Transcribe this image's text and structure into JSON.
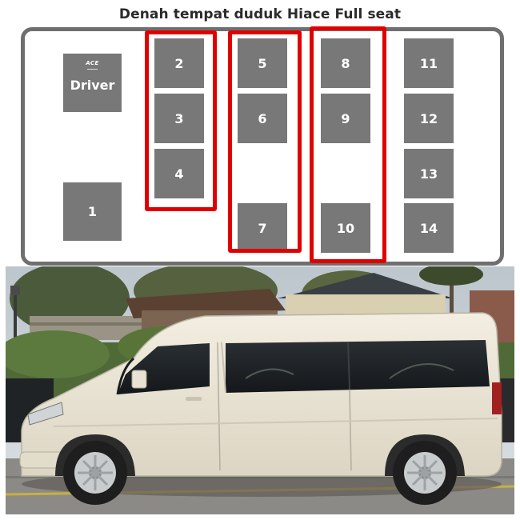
{
  "title": "Denah tempat duduk Hiace Full seat",
  "driver": {
    "logo": "ACE",
    "label": "Driver"
  },
  "seats": {
    "s1": "1",
    "s2": "2",
    "s3": "3",
    "s4": "4",
    "s5": "5",
    "s6": "6",
    "s7": "7",
    "s8": "8",
    "s9": "9",
    "s10": "10",
    "s11": "11",
    "s12": "12",
    "s13": "13",
    "s14": "14"
  },
  "colors": {
    "seat": "#787878",
    "frame": "#6f6f6f",
    "highlight": "#e00000",
    "van_body": "#ece6d6"
  },
  "photo": {
    "subject": "white-toyota-hiace-side-view"
  }
}
